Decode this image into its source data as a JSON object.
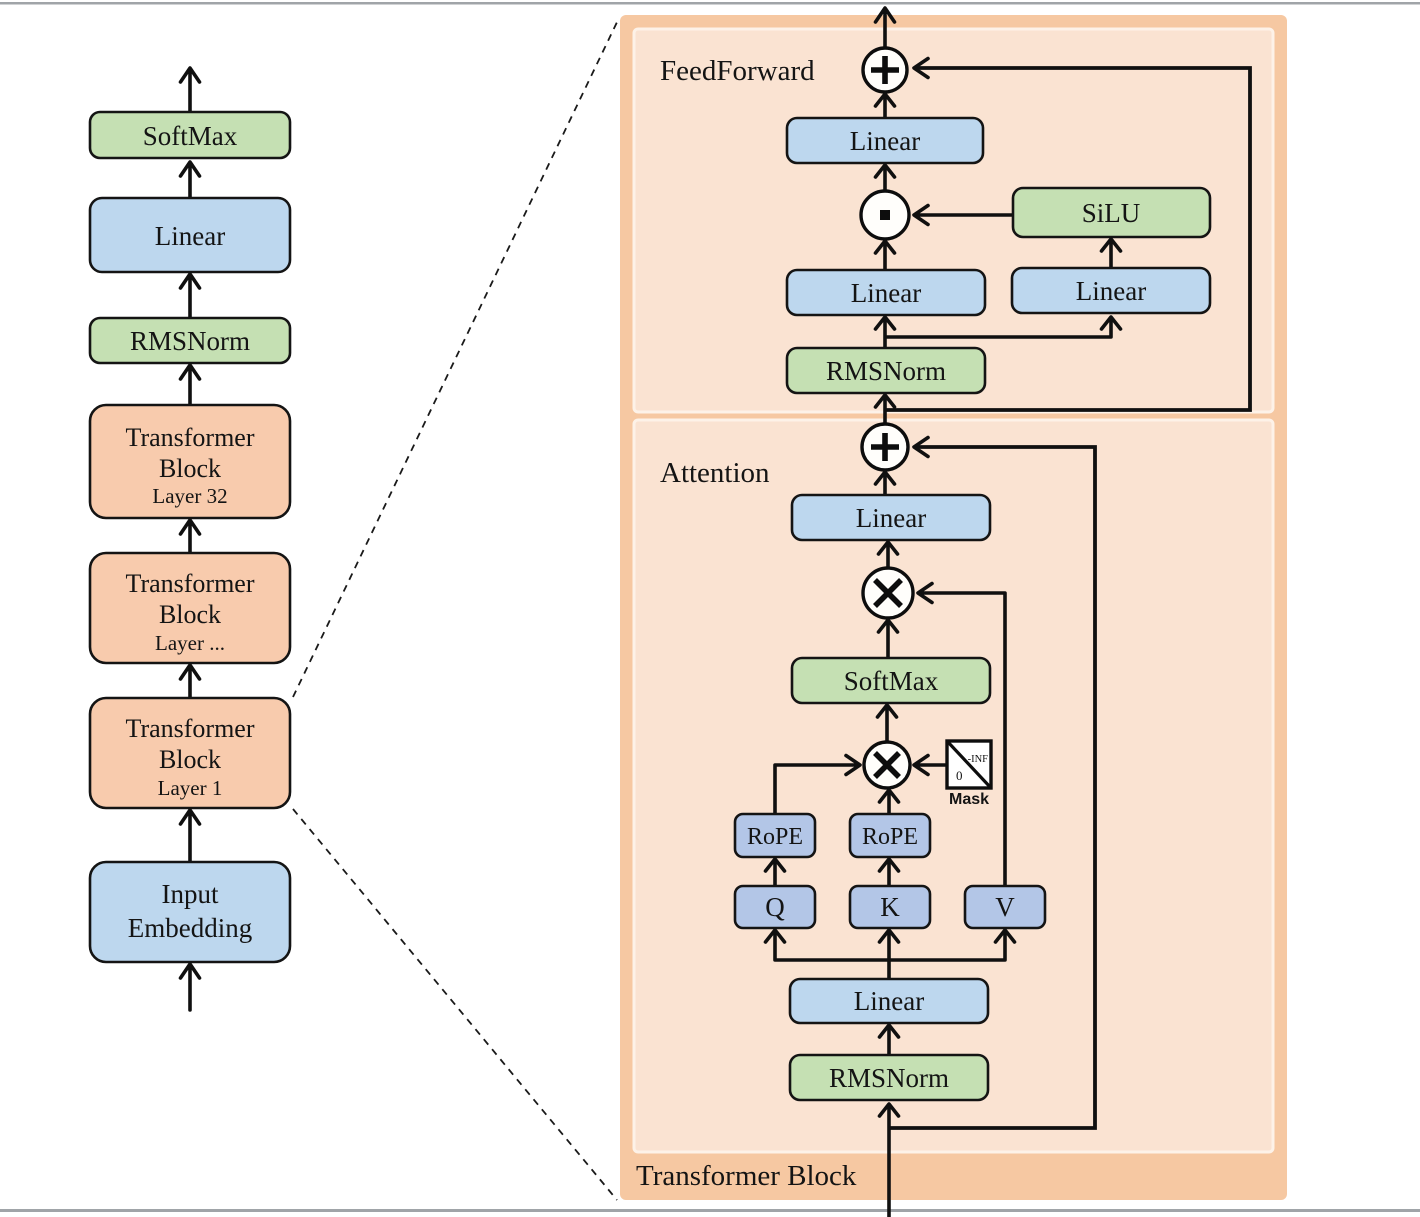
{
  "left_column": {
    "softmax": "SoftMax",
    "linear": "Linear",
    "rmsnorm": "RMSNorm",
    "tb32": {
      "l1": "Transformer",
      "l2": "Block",
      "l3": "Layer 32"
    },
    "tbdots": {
      "l1": "Transformer",
      "l2": "Block",
      "l3": "Layer ..."
    },
    "tb1": {
      "l1": "Transformer",
      "l2": "Block",
      "l3": "Layer 1"
    },
    "input_embedding": {
      "l1": "Input",
      "l2": "Embedding"
    }
  },
  "detail_panel": {
    "title": "Transformer Block",
    "feedforward": {
      "label": "FeedForward",
      "linear_out": "Linear",
      "silu": "SiLU",
      "linear_gate": "Linear",
      "linear_up": "Linear",
      "rmsnorm": "RMSNorm"
    },
    "attention": {
      "label": "Attention",
      "linear_out": "Linear",
      "softmax": "SoftMax",
      "rope_q": "RoPE",
      "rope_k": "RoPE",
      "q": "Q",
      "k": "K",
      "v": "V",
      "linear_in": "Linear",
      "rmsnorm": "RMSNorm",
      "mask": {
        "label": "Mask",
        "zero": "0",
        "neg_inf": "-INF"
      }
    }
  },
  "icons": {
    "add": "plus-circle-operator",
    "elementwise_product": "dot-circle-operator",
    "matmul": "cross-circle-operator",
    "mask": "causal-mask-triangle"
  },
  "colors": {
    "green": "#c5e0b3",
    "blue": "#bdd7ee",
    "qkv_blue": "#b3c6e7",
    "orange_block": "#f8cbad",
    "panel_outer": "#f6c8a2",
    "panel_inner": "#fae3d2",
    "panel_inner_border": "#fdf2e8",
    "mask_fill": "#ffffff",
    "frame_line": "#a0a4a8"
  }
}
